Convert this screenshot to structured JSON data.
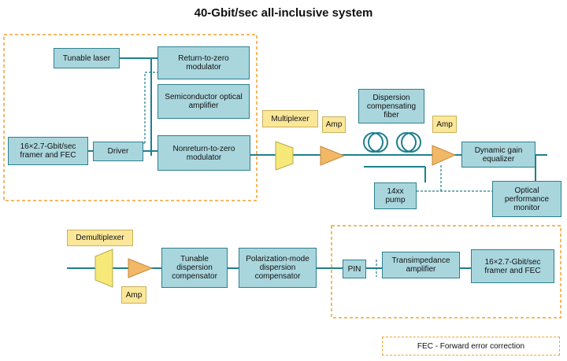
{
  "title": "40-Gbit/sec all-inclusive system",
  "boxes": {
    "tunable_laser": "Tunable laser",
    "rz_modulator": "Return-to-zero modulator",
    "soa": "Semiconductor optical amplifier",
    "framer_top": "16×2.7-Gbit/sec framer and FEC",
    "driver": "Driver",
    "nrz_modulator": "Nonreturn-to-zero modulator",
    "dcf": "Dispersion compensating fiber",
    "pump": "14xx pump",
    "dge": "Dynamic gain equalizer",
    "opm": "Optical performance monitor",
    "tdc": "Tunable dispersion compensator",
    "pmdc": "Polarization-mode dispersion compensator",
    "pin": "PIN",
    "tia": "Transimpedance amplifier",
    "framer_bottom": "16×2.7-Gbit/sec framer and FEC"
  },
  "labels": {
    "multiplexer": "Multiplexer",
    "amp1": "Amp",
    "amp2": "Amp",
    "demultiplexer": "Demultiplexer",
    "amp3": "Amp"
  },
  "legend": "FEC - Forward error correction",
  "colors": {
    "box_fill": "#a9d6dd",
    "box_border": "#2e7f8f",
    "line": "#1f7f8c",
    "amp_fill": "#f2b866",
    "mux_fill": "#f6e97a",
    "label_fill": "#fbe79a",
    "dashed_group": "#f2a230"
  }
}
